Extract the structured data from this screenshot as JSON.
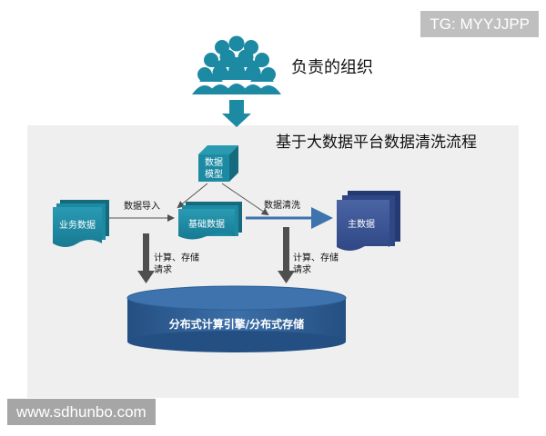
{
  "watermarks": {
    "top_right": "TG: MYYJJPP",
    "bottom_left": "www.sdhunbo.com"
  },
  "diagram": {
    "org_label": "负责的组织",
    "panel_title": "基于大数据平台数据清洗流程",
    "data_model": [
      "数据",
      "模型"
    ],
    "business_data": "业务数据",
    "base_data": "基础数据",
    "master_data": "主数据",
    "edge_import": "数据导入",
    "edge_clean": "数据清洗",
    "compute_left": [
      "计算、存储",
      "请求"
    ],
    "compute_right": [
      "计算、存储",
      "请求"
    ],
    "storage": "分布式计算引擎/分布式存储"
  },
  "colors": {
    "panel_bg": "#efefef",
    "teal": "#1d8aa3",
    "teal_dark": "#156a7e",
    "navy": "#354f8f",
    "navy_dark": "#233a73",
    "cylinder": "#2f5f96",
    "cylinder_top": "#3e73ad",
    "arrow_gray": "#4f4f4f",
    "arrow_blue": "#3e73ad"
  },
  "icons": [
    "people-group-icon"
  ]
}
